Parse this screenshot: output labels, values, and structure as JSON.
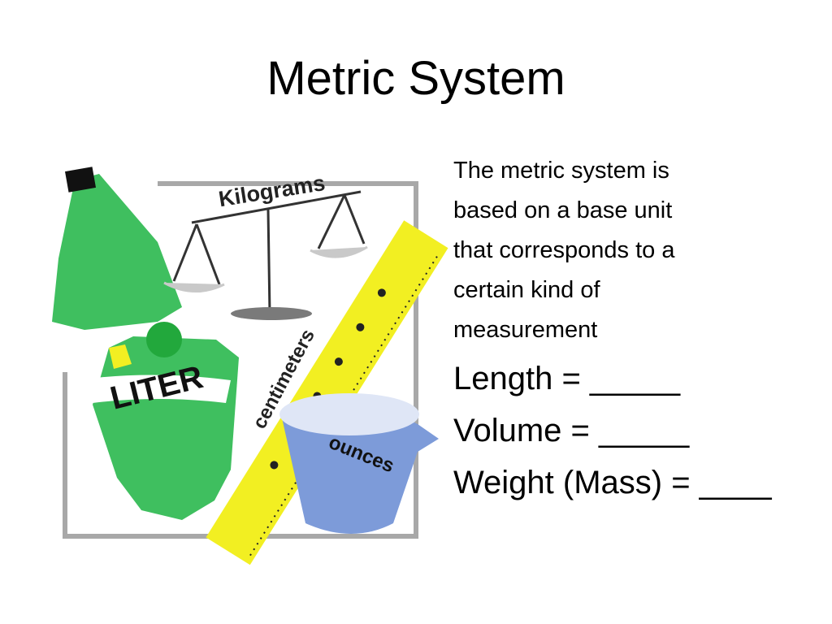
{
  "slide": {
    "title": "Metric System"
  },
  "illustration": {
    "label_kilograms": "Kilograms",
    "label_centimeters": "centimeters",
    "label_liter": "LITER",
    "label_ounces": "ounces",
    "colors": {
      "green": "#3fbf5f",
      "yellow": "#f2ef22",
      "blue": "#7d9bd9",
      "gray": "#a8a8a8"
    }
  },
  "body": {
    "intro_lines": [
      "The metric system is",
      "based on a base unit",
      "that corresponds to a",
      "certain kind of",
      "measurement"
    ],
    "items": [
      "Length = _____",
      "Volume = _____",
      "Weight (Mass) = ____"
    ]
  }
}
